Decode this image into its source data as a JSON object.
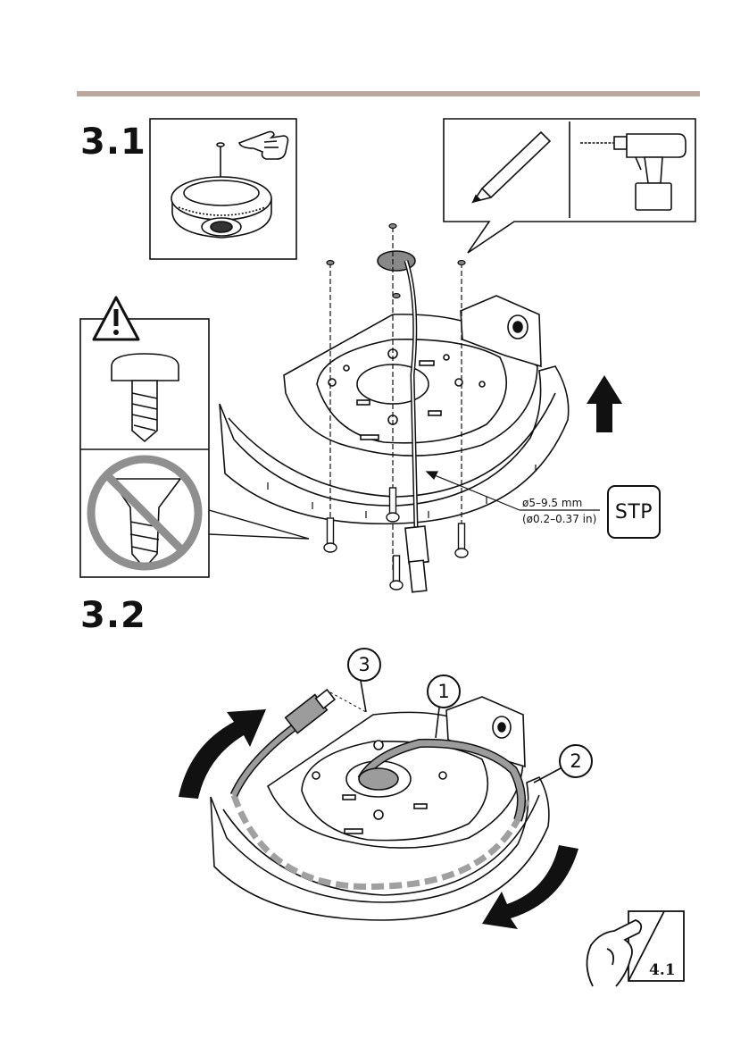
{
  "steps": {
    "step1": "3.1",
    "step2": "3.2"
  },
  "cable": {
    "diameter_mm": "ø5–9.5 mm",
    "diameter_in": "(ø0.2–0.37 in)",
    "type": "STP"
  },
  "callouts": [
    "1",
    "2",
    "3"
  ],
  "next_step_ref": "4.1",
  "colors": {
    "rule": "#b9a89e",
    "highlight_gray": "#9c9c9c",
    "ink": "#111111"
  },
  "icons": [
    "hand-pointing-icon",
    "pencil-icon",
    "drill-icon",
    "warning-icon",
    "screw-icon",
    "prohibited-screw-icon",
    "arrow-up-icon",
    "rotate-arrow-icon",
    "page-turn-icon"
  ]
}
